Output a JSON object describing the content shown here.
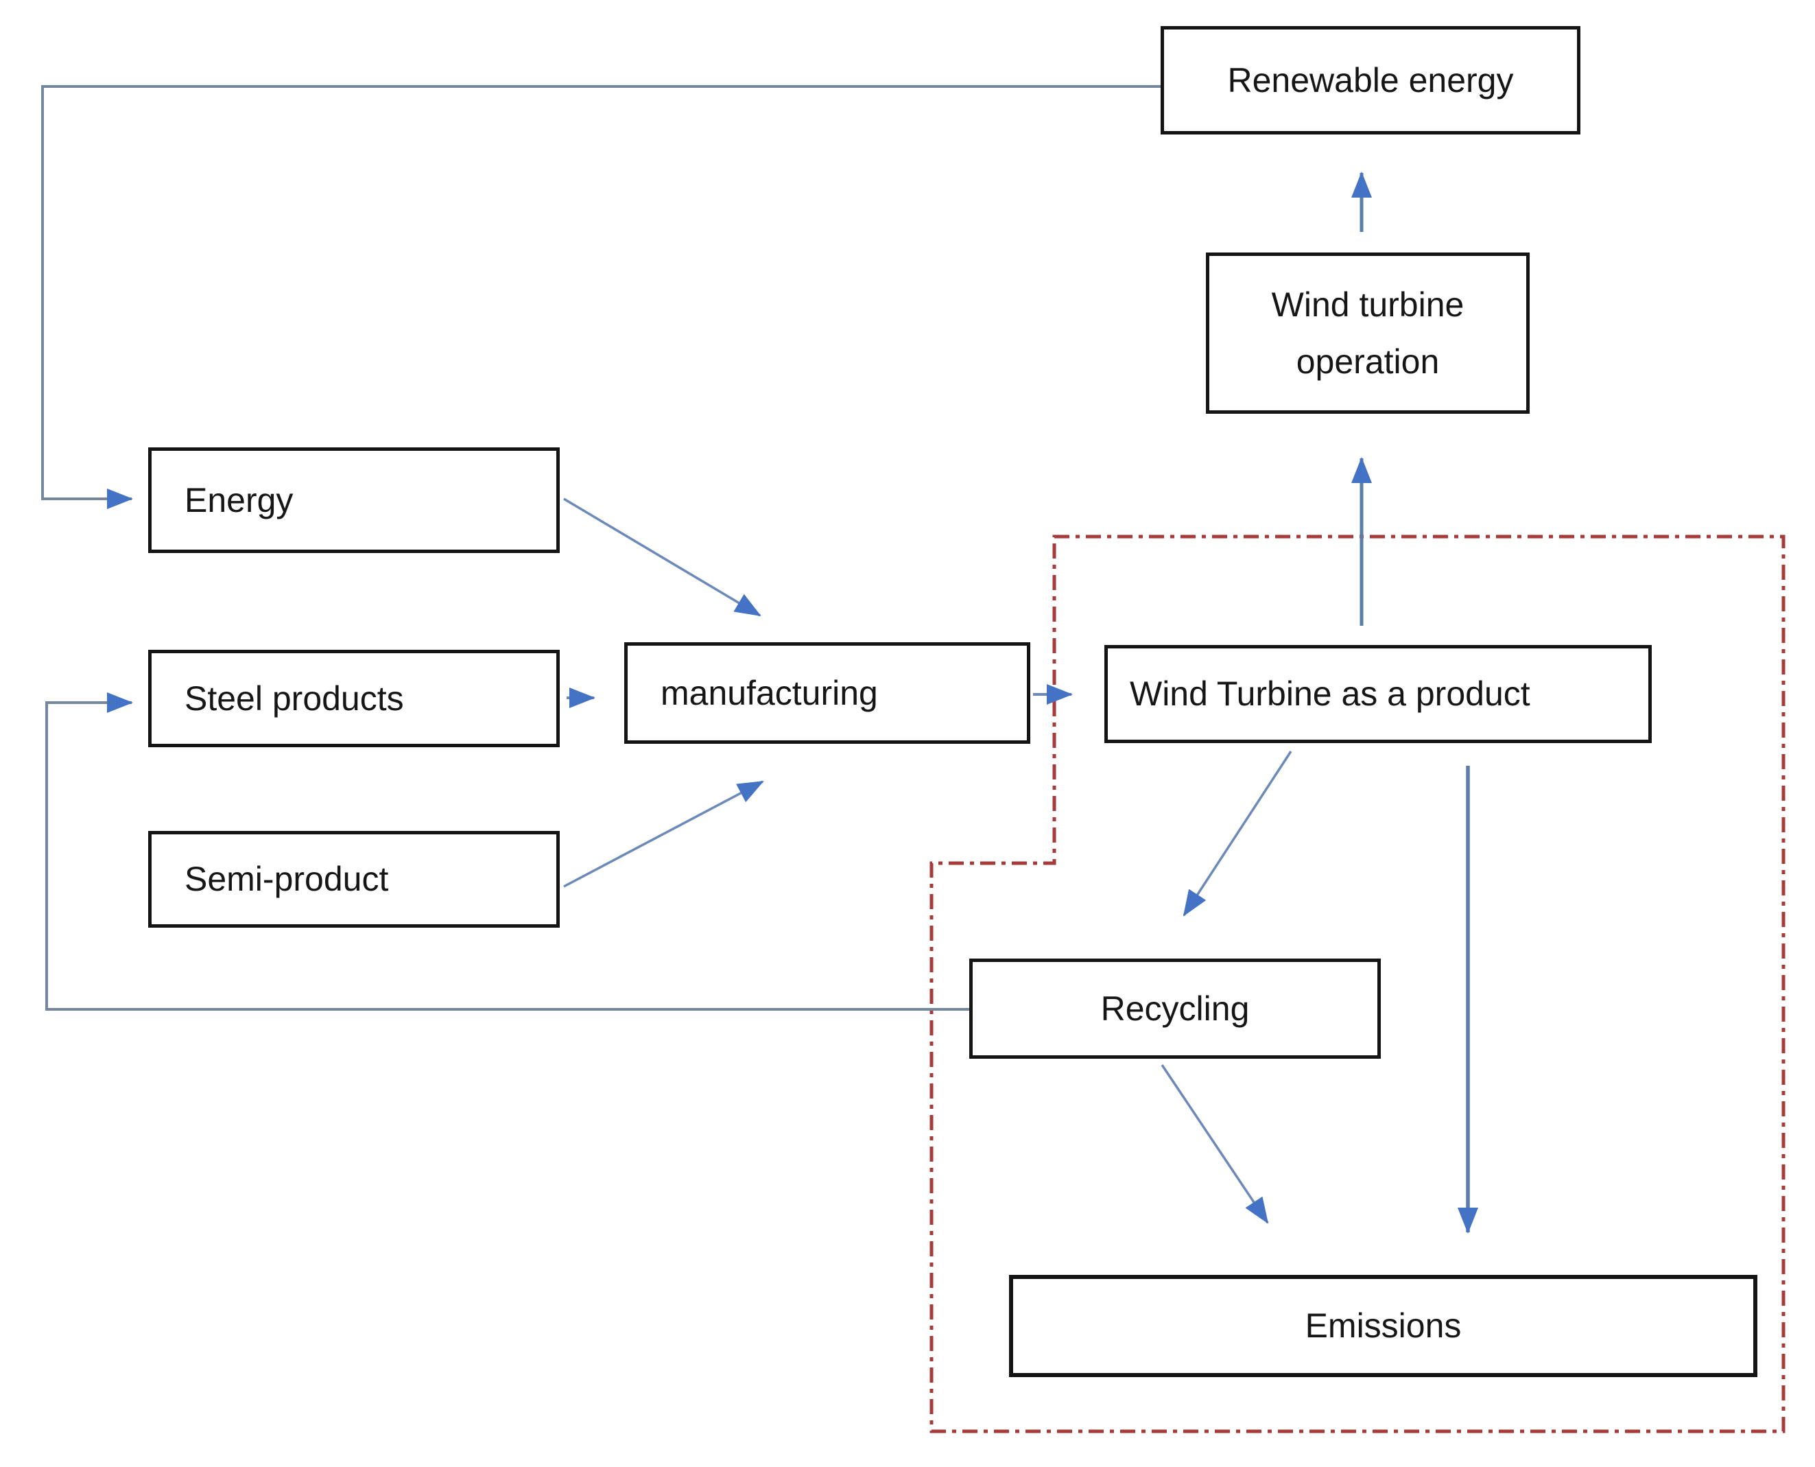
{
  "diagram": {
    "background": "#ffffff",
    "nodes": [
      {
        "id": "renewable-energy",
        "label": "Renewable energy"
      },
      {
        "id": "wind-turbine-operation",
        "label": "Wind turbine operation"
      },
      {
        "id": "energy",
        "label": "Energy"
      },
      {
        "id": "steel-products",
        "label": "Steel products"
      },
      {
        "id": "semi-product",
        "label": "Semi-product"
      },
      {
        "id": "manufacturing",
        "label": "manufacturing"
      },
      {
        "id": "wind-turbine-product",
        "label": "Wind Turbine as a product"
      },
      {
        "id": "recycling",
        "label": "Recycling"
      },
      {
        "id": "emissions",
        "label": "Emissions"
      }
    ],
    "edges": [
      {
        "from": "wind-turbine-operation",
        "to": "renewable-energy"
      },
      {
        "from": "renewable-energy",
        "to": "energy",
        "type": "feedback-loop"
      },
      {
        "from": "energy",
        "to": "manufacturing"
      },
      {
        "from": "steel-products",
        "to": "manufacturing"
      },
      {
        "from": "semi-product",
        "to": "manufacturing"
      },
      {
        "from": "manufacturing",
        "to": "wind-turbine-product"
      },
      {
        "from": "wind-turbine-product",
        "to": "wind-turbine-operation"
      },
      {
        "from": "wind-turbine-product",
        "to": "recycling"
      },
      {
        "from": "wind-turbine-product",
        "to": "emissions"
      },
      {
        "from": "recycling",
        "to": "emissions"
      },
      {
        "from": "recycling",
        "to": "steel-products",
        "type": "feedback-loop"
      }
    ],
    "system_boundary": {
      "style": "dash-dot",
      "color": "#a63b39",
      "encloses": [
        "wind-turbine-product",
        "recycling",
        "emissions"
      ]
    },
    "colors": {
      "box_border": "#141414",
      "text": "#161616",
      "arrow_head": "#4472c4",
      "connector_blue": "#6d89ba",
      "feedback_line": "#74879c",
      "thick_arrow_shaft": "#5b7da8",
      "boundary_red": "#a63b39"
    }
  }
}
